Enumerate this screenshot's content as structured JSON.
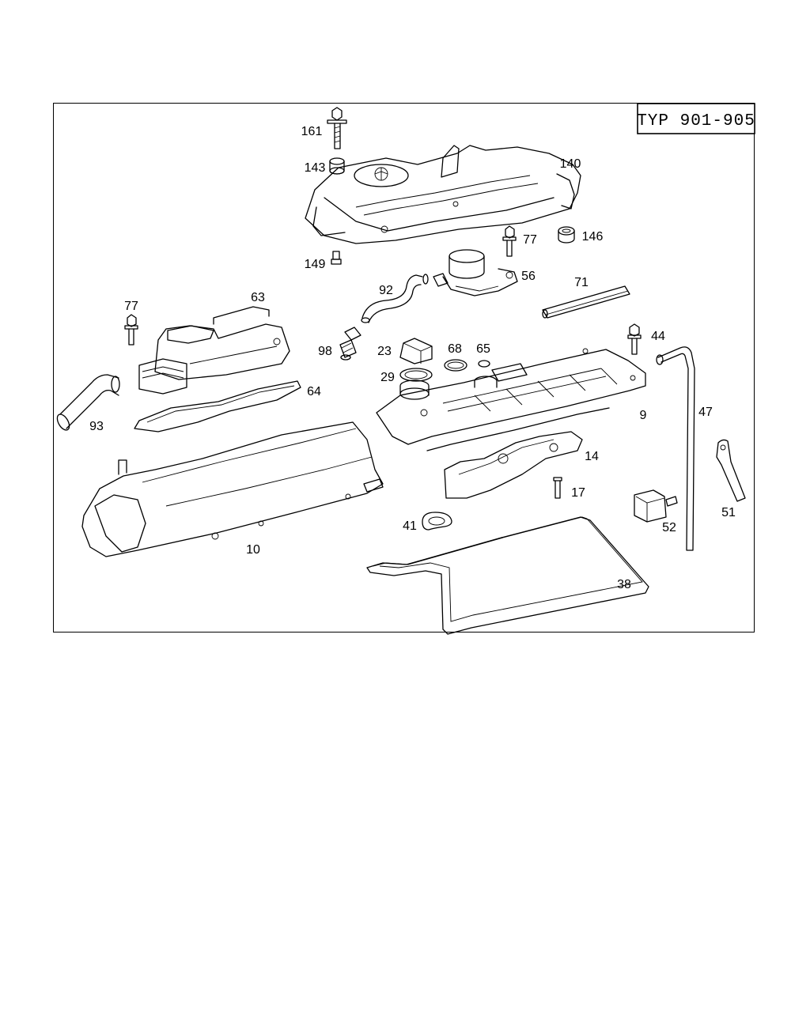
{
  "type_label": "TYP 901-905",
  "callouts": [
    {
      "id": "161",
      "text": "161"
    },
    {
      "id": "143",
      "text": "143"
    },
    {
      "id": "140",
      "text": "140"
    },
    {
      "id": "149",
      "text": "149"
    },
    {
      "id": "77a",
      "text": "77"
    },
    {
      "id": "146",
      "text": "146"
    },
    {
      "id": "56",
      "text": "56"
    },
    {
      "id": "92",
      "text": "92"
    },
    {
      "id": "71",
      "text": "71"
    },
    {
      "id": "77b",
      "text": "77"
    },
    {
      "id": "63",
      "text": "63"
    },
    {
      "id": "98",
      "text": "98"
    },
    {
      "id": "23",
      "text": "23"
    },
    {
      "id": "68",
      "text": "68"
    },
    {
      "id": "65",
      "text": "65"
    },
    {
      "id": "44",
      "text": "44"
    },
    {
      "id": "29",
      "text": "29"
    },
    {
      "id": "64",
      "text": "64"
    },
    {
      "id": "9",
      "text": "9"
    },
    {
      "id": "47",
      "text": "47"
    },
    {
      "id": "93",
      "text": "93"
    },
    {
      "id": "14",
      "text": "14"
    },
    {
      "id": "17",
      "text": "17"
    },
    {
      "id": "51",
      "text": "51"
    },
    {
      "id": "41",
      "text": "41"
    },
    {
      "id": "52",
      "text": "52"
    },
    {
      "id": "10",
      "text": "10"
    },
    {
      "id": "38",
      "text": "38"
    }
  ]
}
